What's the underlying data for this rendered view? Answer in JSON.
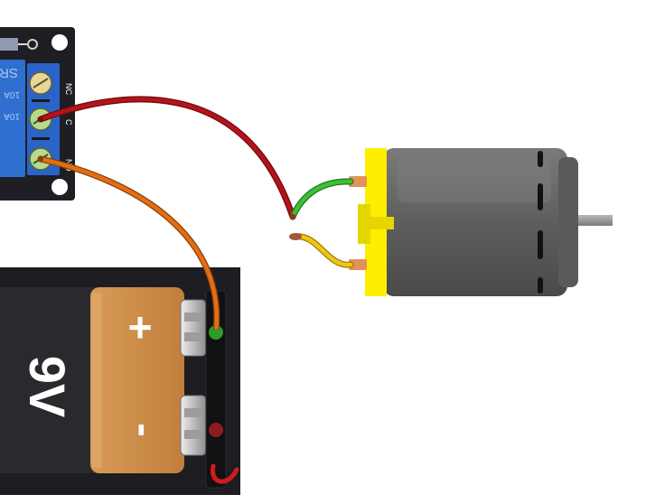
{
  "relay": {
    "terminals": [
      "NC",
      "C",
      "NO"
    ],
    "rating_top": "10A",
    "rating_bottom": "10A",
    "brand_partial": "SR"
  },
  "battery": {
    "voltage_label": "9V",
    "plus_symbol": "+",
    "minus_symbol": "-"
  },
  "colors": {
    "background": "#ffffff",
    "relay_board": "#1e1e24",
    "relay_body": "#2f6fd0",
    "terminal_block": "#2a64c8",
    "terminal_green": "#b7d98b",
    "terminal_yellow": "#e6d795",
    "wire_red": "#b5131b",
    "wire_orange": "#e16e16",
    "wire_green": "#3fbf35",
    "wire_yellow": "#f0c514",
    "battery_case": "#1d1d22",
    "battery_body": "#2a2a2e",
    "battery_copper": "#cf8e4a",
    "motor_body": "#676767",
    "motor_endcap": "#ffee00",
    "motor_shaft": "#9a9a9a",
    "tab_copper": "#e4905a"
  }
}
